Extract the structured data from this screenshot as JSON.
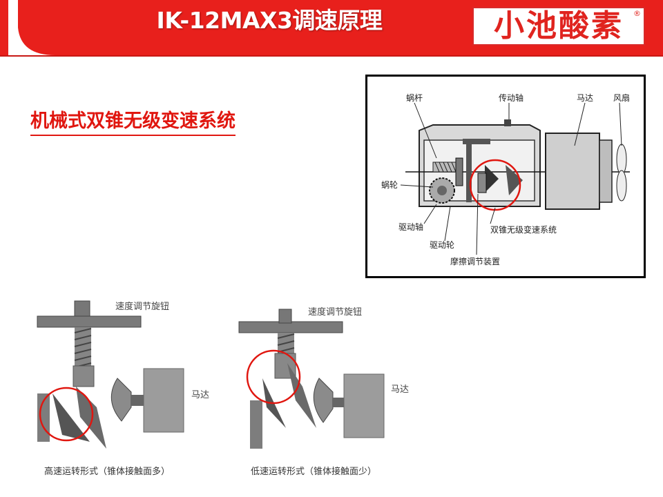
{
  "header": {
    "title": "IK-12MAX3调速原理",
    "logo_text": "小池酸素",
    "logo_mark": "®",
    "colors": {
      "band": "#e8201c",
      "title_text": "#ffffff",
      "logo_text": "#e0241f"
    }
  },
  "subtitle": "机械式双锥无级变速系统",
  "diagram": {
    "labels": {
      "worm": "蜗杆",
      "drive_shaft_top": "传动轴",
      "motor": "马达",
      "fan": "风扇",
      "worm_wheel": "蜗轮",
      "drive_shaft": "驱动轴",
      "drive_wheel": "驱动轮",
      "double_cone": "双锥无级变速系统",
      "friction_adjust": "摩擦调节装置"
    }
  },
  "figures": {
    "high_speed": {
      "knob_label": "速度调节旋钮",
      "motor_label": "马达",
      "caption": "高速运转形式（锥体接触面多）"
    },
    "low_speed": {
      "knob_label": "速度调节旋钮",
      "motor_label": "马达",
      "caption": "低速运转形式（锥体接触面少）"
    }
  },
  "highlight_color": "#e0160f"
}
